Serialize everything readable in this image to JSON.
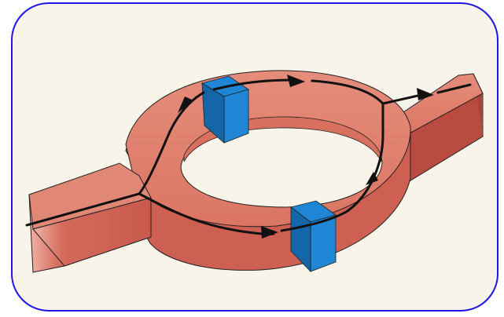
{
  "figure": {
    "kind": "interferometer-ring-diagram",
    "colors": {
      "panel_border": "#1f17e6",
      "panel_background": "#f8f4ea",
      "ring_top": "#df7c6b",
      "ring_side": "#c95a4d",
      "ring_inner_wall": "#d8705f",
      "barrier": "#1e86d4",
      "barrier_side": "#1566a9",
      "path_arrow": "#111111"
    },
    "elements": [
      "input-lead",
      "ring",
      "output-lead",
      "upper-arm-barrier",
      "lower-arm-barrier",
      "upper-path-arrow",
      "lower-path-arrow"
    ]
  }
}
